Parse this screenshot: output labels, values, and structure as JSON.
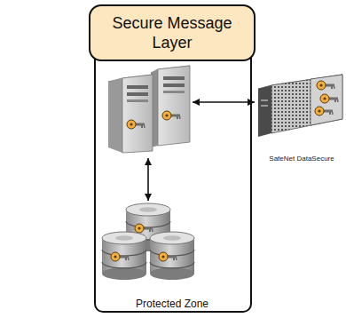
{
  "diagram": {
    "nodes": [
      {
        "text": [
          "Secure Message Layer",
          "Protected Zone"
        ]
      },
      {
        "text": [
          "SafeNet DataSecure"
        ]
      }
    ],
    "edges": [
      {
        "from": 0,
        "to": 1,
        "arrow": "both"
      }
    ]
  }
}
